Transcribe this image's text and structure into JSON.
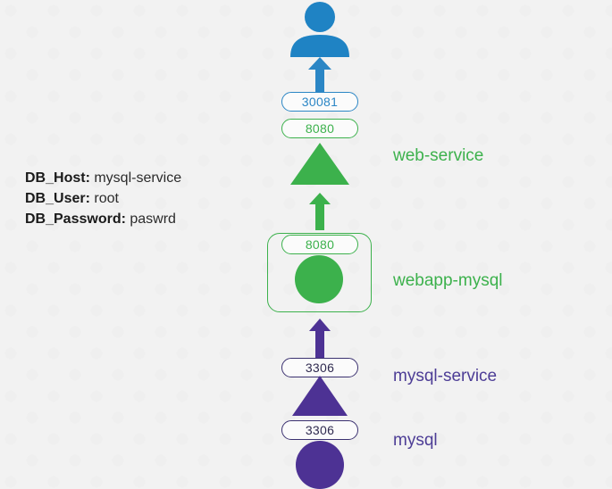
{
  "diagram": {
    "title": "kubernetes-webapp-mysql-topology",
    "colors": {
      "background": "#f2f2f2",
      "user_blue": "#1f83c4",
      "service_green": "#3cb14c",
      "pod_purple": "#4d3294",
      "label_purple": "#4d3d96",
      "port_purple_border": "#3b3170"
    },
    "user": {
      "icon": "user-icon",
      "alt": "external user"
    },
    "ports": [
      {
        "id": "port-30081",
        "value": "30081",
        "style": "blue"
      },
      {
        "id": "port-8080-service",
        "value": "8080",
        "style": "green"
      },
      {
        "id": "port-8080-pod",
        "value": "8080",
        "style": "green"
      },
      {
        "id": "port-3306-service",
        "value": "3306",
        "style": "purple"
      },
      {
        "id": "port-3306-pod",
        "value": "3306",
        "style": "purple"
      }
    ],
    "nodes": [
      {
        "id": "web-service",
        "label": "web-service",
        "shape": "triangle",
        "color": "green"
      },
      {
        "id": "webapp-mysql",
        "label": "webapp-mysql",
        "shape": "circle",
        "color": "green"
      },
      {
        "id": "mysql-service",
        "label": "mysql-service",
        "shape": "triangle",
        "color": "purple"
      },
      {
        "id": "mysql",
        "label": "mysql",
        "shape": "circle",
        "color": "purple"
      }
    ],
    "arrows": [
      {
        "id": "arrow-user",
        "color": "#1f83c4",
        "direction": "up"
      },
      {
        "id": "arrow-web-service-to-webapp",
        "color": "#3cb14c",
        "direction": "up"
      },
      {
        "id": "arrow-mysql-service-to-webapp",
        "color": "#4d3294",
        "direction": "up"
      }
    ],
    "env": {
      "rows": [
        {
          "key": "DB_Host:",
          "value": "mysql-service"
        },
        {
          "key": "DB_User:",
          "value": "root"
        },
        {
          "key": "DB_Password:",
          "value": "paswrd"
        }
      ]
    }
  }
}
